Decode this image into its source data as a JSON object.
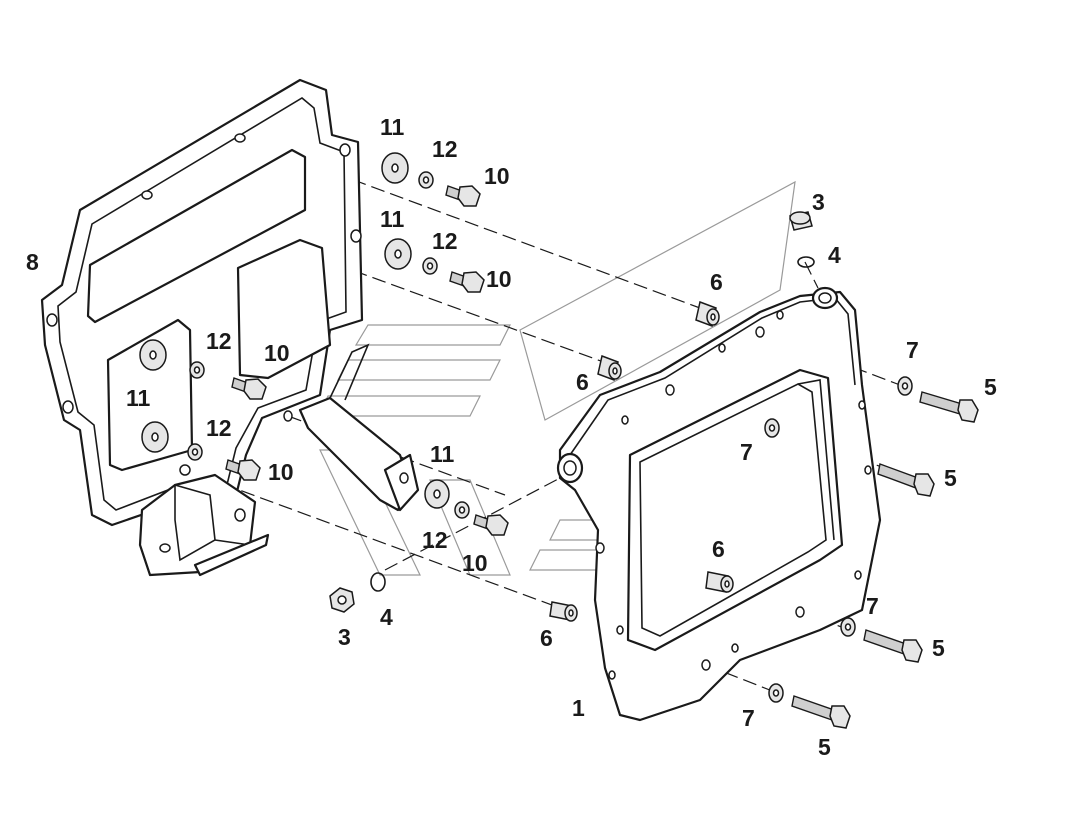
{
  "callouts": {
    "c1": "1",
    "c3a": "3",
    "c3b": "3",
    "c4a": "4",
    "c4b": "4",
    "c5a": "5",
    "c5b": "5",
    "c5c": "5",
    "c5d": "5",
    "c6a": "6",
    "c6b": "6",
    "c6c": "6",
    "c6d": "6",
    "c7a": "7",
    "c7b": "7",
    "c7c": "7",
    "c7d": "7",
    "c8": "8",
    "c10a": "10",
    "c10b": "10",
    "c10c": "10",
    "c10d": "10",
    "c10e": "10",
    "c11a": "11",
    "c11b": "11",
    "c11c": "11",
    "c11d": "11",
    "c12a": "12",
    "c12b": "12",
    "c12c": "12",
    "c12d": "12",
    "c12e": "12"
  },
  "colors": {
    "line": "#1a1a1a",
    "watermark": "#9a9a9a",
    "hardware": "#e6e6e6"
  }
}
